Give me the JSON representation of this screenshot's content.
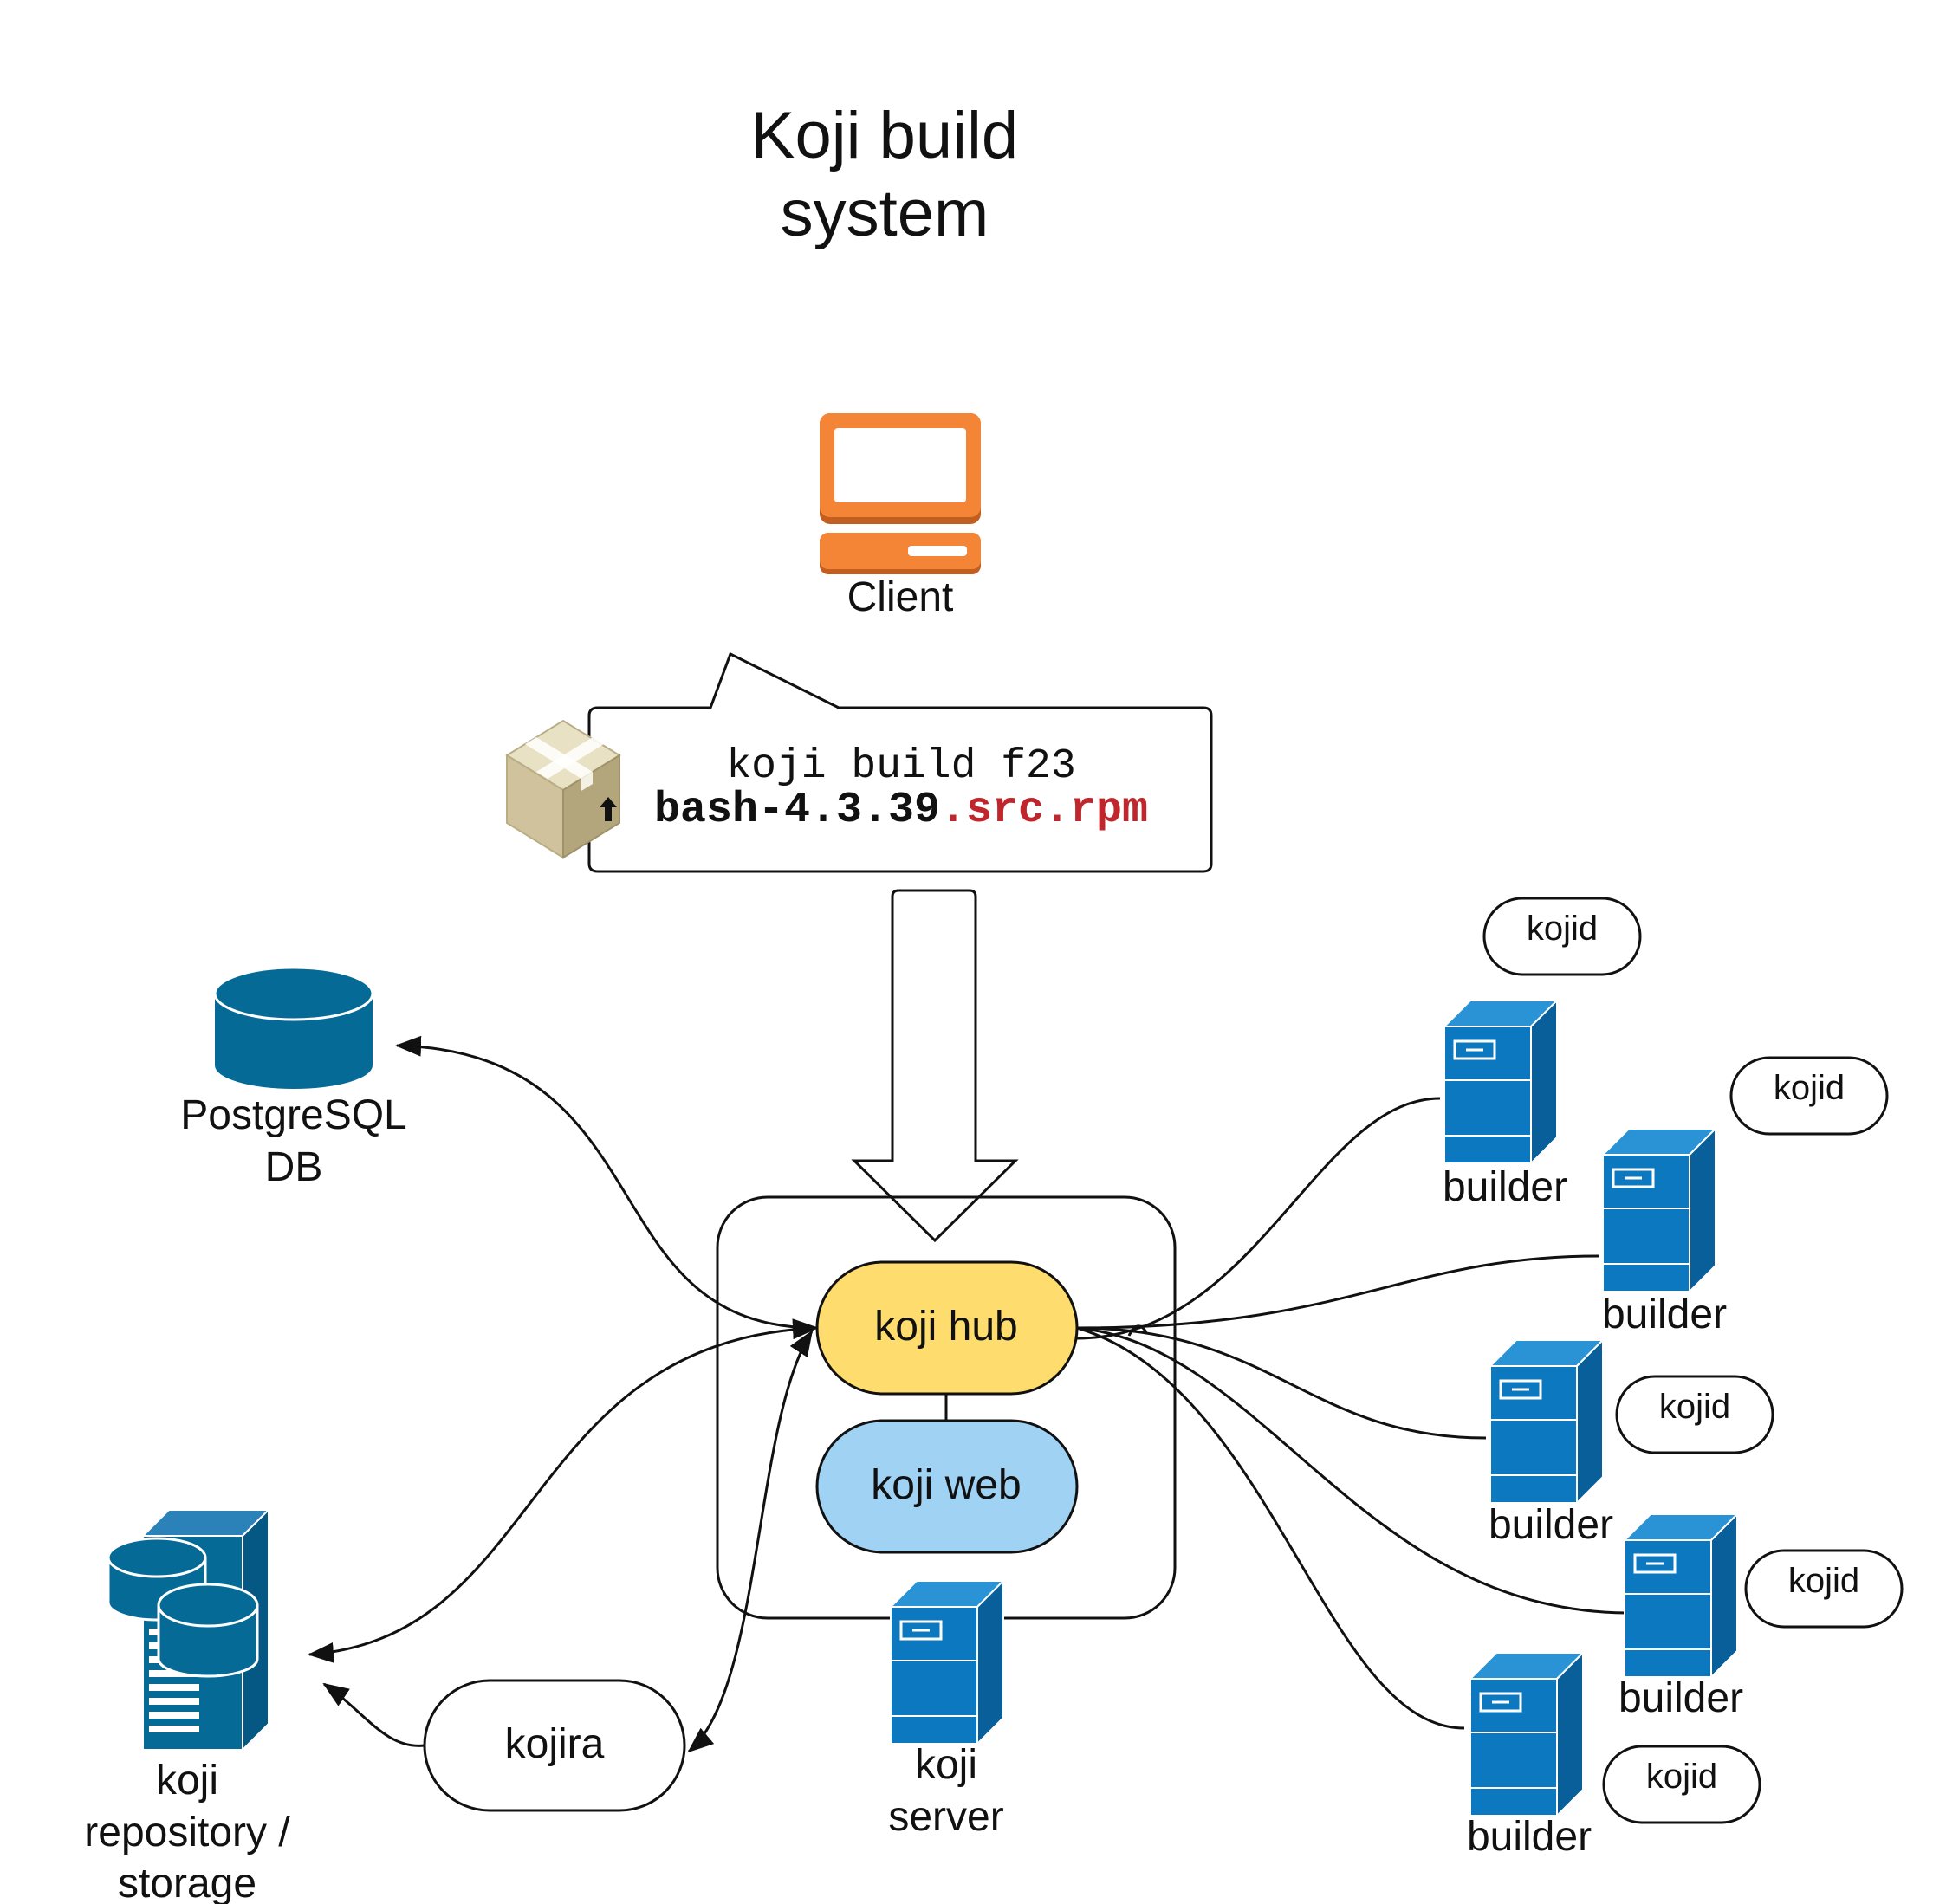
{
  "title": [
    "Koji build",
    "system"
  ],
  "client": {
    "label": "Client",
    "icon": "client-computer-icon"
  },
  "command": {
    "line1": "koji build f23",
    "line2_name": "bash-4.3.39",
    "line2_ext": ".src.rpm",
    "icon": "package-box-icon",
    "ext_color": "#c0272d"
  },
  "database": {
    "label": [
      "PostgreSQL",
      "DB"
    ],
    "icon": "database-icon"
  },
  "hub": {
    "label": "koji hub",
    "color": "#ffdc6e"
  },
  "web": {
    "label": "koji web",
    "color": "#9fd2f3"
  },
  "server": {
    "label": [
      "koji",
      "server"
    ],
    "icon": "server-icon"
  },
  "storage": {
    "label": [
      "koji",
      "repository /",
      "storage"
    ],
    "icon": "storage-server-icon"
  },
  "kojira": {
    "label": "kojira"
  },
  "builders": [
    {
      "label": "builder",
      "daemon": "kojid"
    },
    {
      "label": "builder",
      "daemon": "kojid"
    },
    {
      "label": "builder",
      "daemon": "kojid"
    },
    {
      "label": "builder",
      "daemon": "kojid"
    },
    {
      "label": "builder",
      "daemon": "kojid"
    }
  ],
  "colors": {
    "client_orange": "#f58536",
    "server_blue": "#0b78bf",
    "db_blue": "#066a96",
    "box_tan": "#cfc29c"
  }
}
